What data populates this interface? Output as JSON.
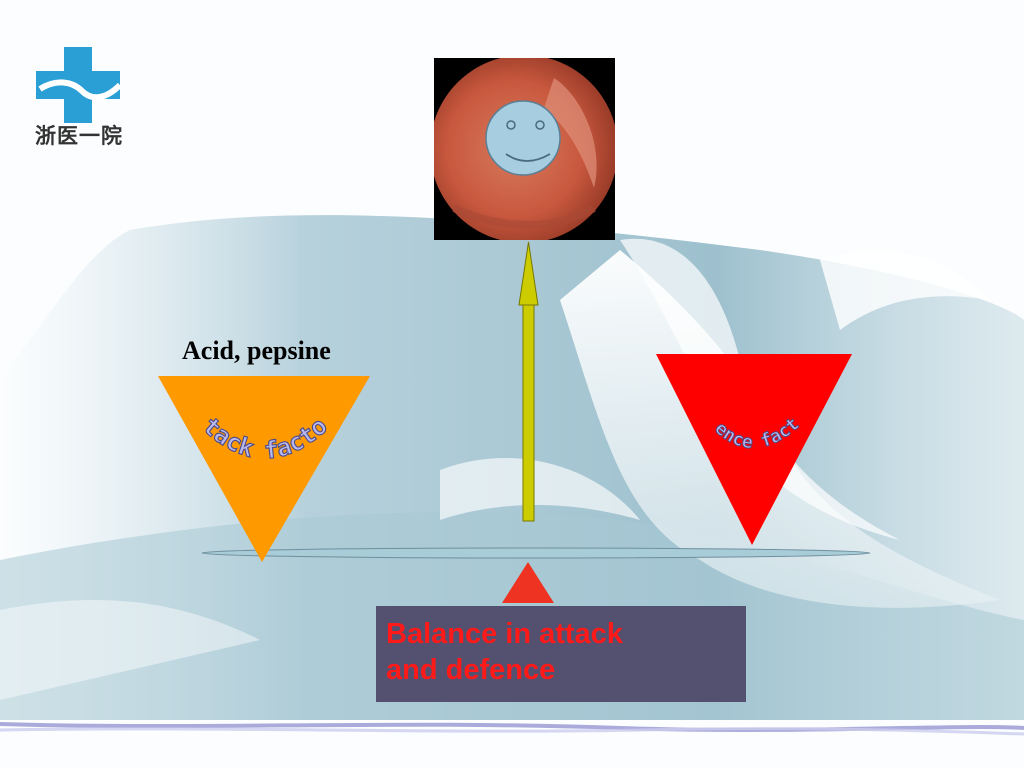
{
  "logo": {
    "text": "浙医一院"
  },
  "attack": {
    "label": "Acid, pepsine",
    "triangle_text": "attack factors",
    "color": "#ff9900"
  },
  "defence": {
    "triangle_text": "defence factors",
    "color": "#ff0000"
  },
  "balance": {
    "text_line1": "Balance in attack",
    "text_line2": "and defence",
    "box_color": "#545070",
    "text_color": "#ff1a1a"
  },
  "arrow": {
    "color": "#cccc00"
  },
  "colors": {
    "word_art": "#b8b8ee",
    "beam": "#a8ccd8",
    "fulcrum": "#ee3322"
  }
}
